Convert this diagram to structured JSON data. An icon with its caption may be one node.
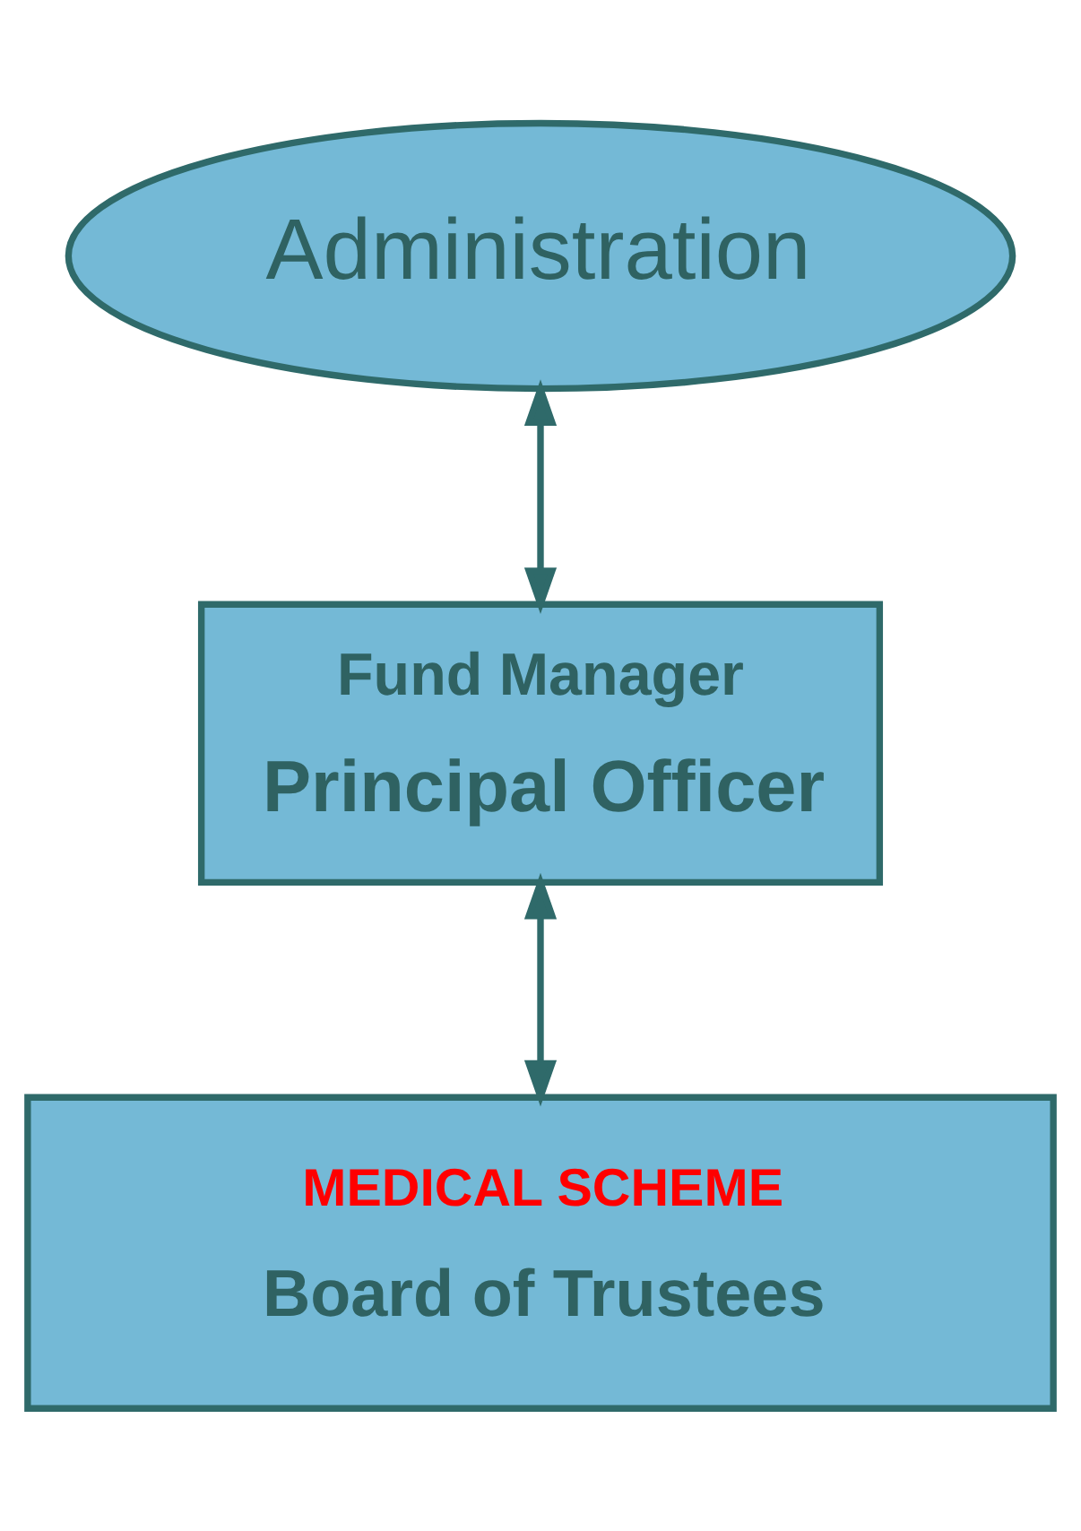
{
  "diagram": {
    "nodes": [
      {
        "text": [
          "Administration"
        ]
      },
      {
        "text": [
          "Fund Manager",
          "Principal Officer"
        ]
      },
      {
        "text": [
          "MEDICAL SCHEME",
          "Board of Trustees"
        ]
      }
    ],
    "edges": [
      {
        "from": 0,
        "to": 1,
        "arrow": "both"
      },
      {
        "from": 1,
        "to": 2,
        "arrow": "both"
      }
    ]
  }
}
